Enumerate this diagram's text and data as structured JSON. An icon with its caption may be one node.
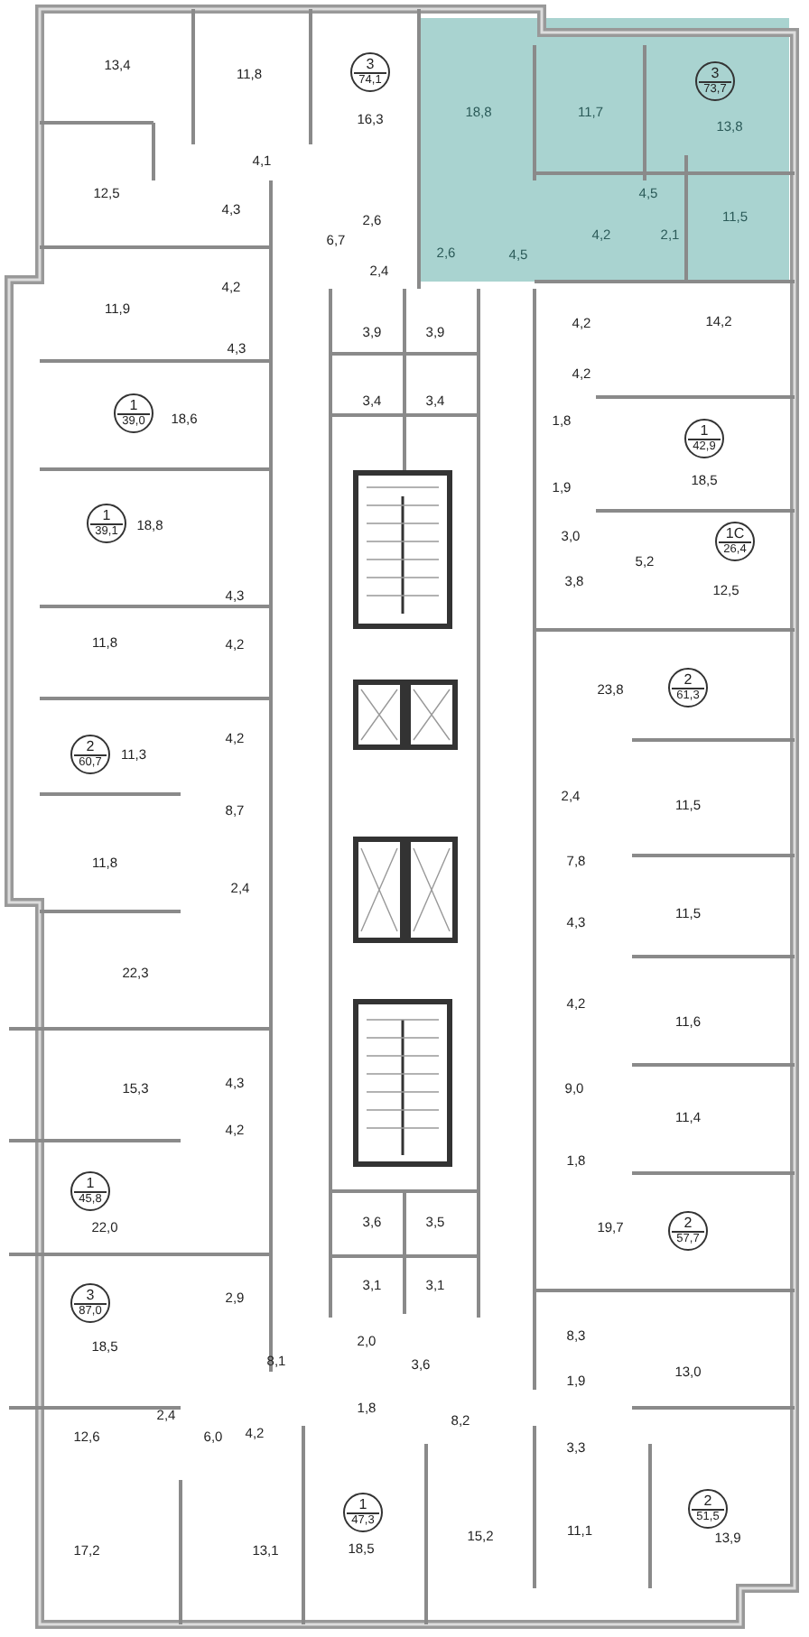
{
  "diagram": {
    "nodes": [
      {
        "text": [
          "3",
          "74,1"
        ]
      },
      {
        "text": [
          "3",
          "73,7"
        ]
      },
      {
        "text": [
          "1",
          "39,0"
        ]
      },
      {
        "text": [
          "1",
          "42,9"
        ]
      },
      {
        "text": [
          "1",
          "39,1"
        ]
      },
      {
        "text": [
          "1С",
          "26,4"
        ]
      },
      {
        "text": [
          "2",
          "61,3"
        ]
      },
      {
        "text": [
          "2",
          "60,7"
        ]
      },
      {
        "text": [
          "1",
          "45,8"
        ]
      },
      {
        "text": [
          "2",
          "57,7"
        ]
      },
      {
        "text": [
          "3",
          "87,0"
        ]
      },
      {
        "text": [
          "1",
          "47,3"
        ]
      },
      {
        "text": [
          "2",
          "51,5"
        ]
      }
    ],
    "labels": [
      "13,4",
      "11,8",
      "16,3",
      "18,8",
      "11,7",
      "13,8",
      "4,1",
      "12,5",
      "4,5",
      "4,3",
      "2,6",
      "11,5",
      "6,7",
      "4,2",
      "2,1",
      "2,6",
      "4,5",
      "2,4",
      "4,2",
      "11,9",
      "4,2",
      "14,2",
      "3,9",
      "3,9",
      "4,3",
      "4,2",
      "3,4",
      "3,4",
      "18,6",
      "1,8",
      "18,5",
      "1,9",
      "18,8",
      "3,0",
      "5,2",
      "3,8",
      "12,5",
      "4,3",
      "11,8",
      "4,2",
      "23,8",
      "4,2",
      "11,3",
      "2,4",
      "11,5",
      "8,7",
      "11,8",
      "7,8",
      "2,4",
      "11,5",
      "4,3",
      "22,3",
      "4,2",
      "11,6",
      "15,3",
      "4,3",
      "9,0",
      "11,4",
      "4,2",
      "1,8",
      "3,6",
      "3,5",
      "22,0",
      "19,7",
      "3,1",
      "3,1",
      "2,9",
      "8,3",
      "2,0",
      "18,5",
      "8,1",
      "3,6",
      "13,0",
      "1,9",
      "1,8",
      "12,6",
      "2,4",
      "6,0",
      "4,2",
      "8,2",
      "3,3",
      "11,1",
      "15,2",
      "13,9",
      "17,2",
      "13,1",
      "18,5"
    ]
  }
}
